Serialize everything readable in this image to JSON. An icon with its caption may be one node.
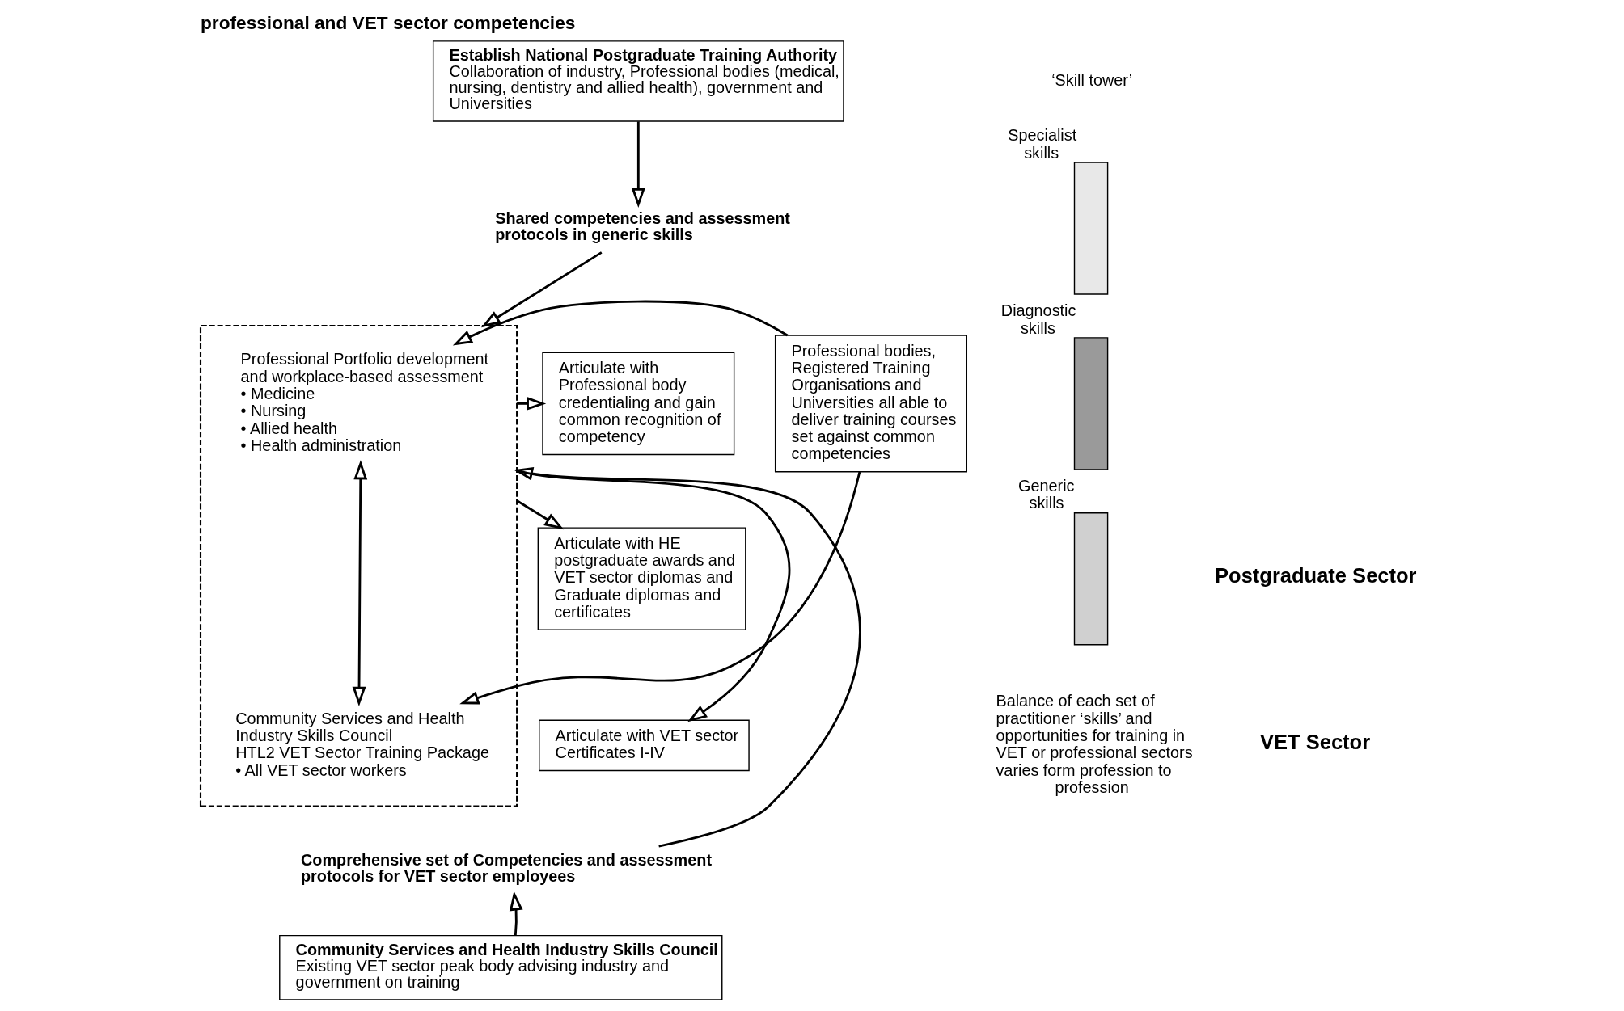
{
  "diagram": {
    "title": "professional and VET sector competencies",
    "nodes": [
      {
        "text": [
          "Establish National Postgraduate Training Authority",
          "Collaboration of industry, Professional bodies (medical, nursing, dentistry and allied health), government and Universities"
        ]
      },
      {
        "text": [
          "Shared competencies and assessment protocols in generic skills"
        ]
      },
      {
        "text": [],
        "shape": "box"
      },
      {
        "text": [
          "Professional Portfolio development and workplace-based assessment",
          "• Medicine",
          "• Nursing",
          "• Allied health",
          "• Health administration"
        ],
        "in": 2
      },
      {
        "text": [
          "Community Services and Health Industry Skills Council",
          "HTL2 VET Sector Training Package",
          "• All VET sector workers"
        ],
        "in": 2
      },
      {
        "text": [
          "Articulate with Professional body credentialing and gain common recognition of competency"
        ]
      },
      {
        "text": [
          "Articulate with HE postgraduate awards and VET sector diplomas and Graduate diplomas and certificates"
        ]
      },
      {
        "text": [
          "Articulate with VET sector Certificates I-IV"
        ]
      },
      {
        "text": [
          "Professional bodies, Registered Training Organisations and Universities all able to deliver training courses set against common competencies"
        ]
      },
      {
        "text": [
          "Comprehensive set of Competencies and assessment protocols for VET sector employees"
        ]
      },
      {
        "text": [
          "Community Services and Health Industry Skills Council",
          "Existing VET sector peak body advising industry and government on training"
        ]
      },
      {
        "text": [],
        "shape": "bar",
        "beside": [
          "Specialist skills"
        ]
      },
      {
        "text": [],
        "shape": "bar",
        "beside": [
          "Diagnostic skills"
        ]
      },
      {
        "text": [],
        "shape": "bar",
        "beside": [
          "Generic skills"
        ]
      }
    ],
    "edges": [
      {
        "from": 0,
        "to": 1,
        "arrow": "to"
      },
      {
        "from": 1,
        "to": 2,
        "arrow": "to"
      },
      {
        "from": 3,
        "to": 4,
        "arrow": "both"
      },
      {
        "from": 2,
        "to": 5,
        "arrow": "to"
      },
      {
        "from": 2,
        "to": 6,
        "arrow": "to"
      },
      {
        "from": 2,
        "to": 7,
        "arrow": "to"
      },
      {
        "from": 8,
        "to": 3,
        "arrow": "to"
      },
      {
        "from": 8,
        "to": 4,
        "arrow": "to"
      },
      {
        "from": 10,
        "to": 9,
        "arrow": "to"
      },
      {
        "from": 9,
        "to": 2,
        "arrow": "to"
      }
    ],
    "labels": [
      "‘Skill tower’",
      "Postgraduate Sector",
      "VET Sector",
      "Balance of each set of practitioner ‘skills’ and opportunities for training in VET or professional sectors varies form profession to profession"
    ]
  }
}
